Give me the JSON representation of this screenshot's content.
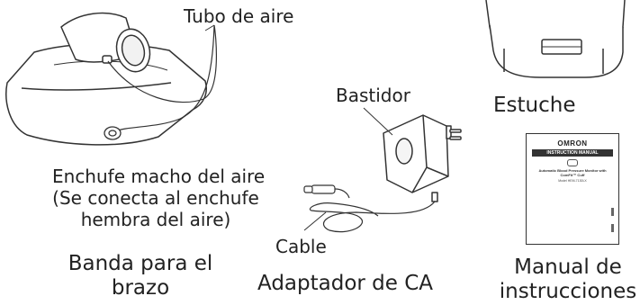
{
  "labels": {
    "air_tube": "Tubo de aire",
    "air_plug_line1": "Enchufe macho del aire",
    "air_plug_line2": "(Se conecta al enchufe",
    "air_plug_line3": "hembra del aire)",
    "cuff_line1": "Banda para el",
    "cuff_line2": "brazo",
    "housing": "Bastidor",
    "cable": "Cable",
    "ac_adapter": "Adaptador de CA",
    "case": "Estuche",
    "manual_line1": "Manual de",
    "manual_line2": "instrucciones"
  },
  "manual_cover": {
    "brand": "OMRON",
    "band": "INSTRUCTION MANUAL",
    "subtitle": "Automatic Blood Pressure Monitor with ComFit™ Cuff",
    "model": "Model HEM-7130LX"
  }
}
